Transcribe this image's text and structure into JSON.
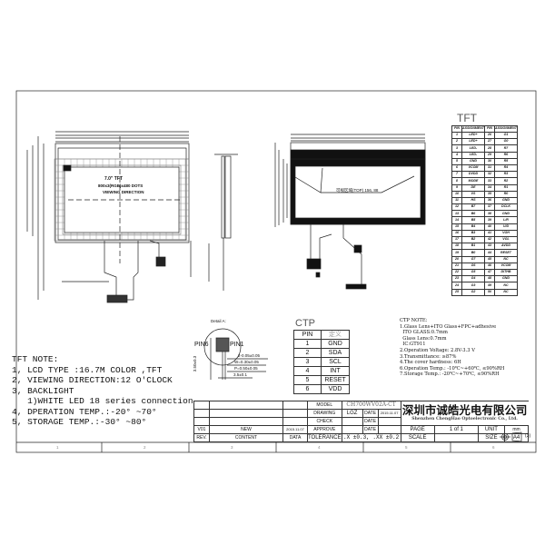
{
  "tft_note": {
    "title": "TFT NOTE:",
    "lines": [
      "1, LCD TYPE :16.7M COLOR ,TFT",
      "2, VIEWING DIRECTION:12 O'CLOCK",
      "3, BACKLIGHT",
      "   1)WHITE LED 18 series connection",
      "4, DPERATION TEMP.:-20° ~70°",
      "5, STORAGE TEMP.:-30° ~80°"
    ]
  },
  "lcd_drawing": {
    "size": "7.0\" TFT",
    "dots": "800x3(RGB)x480 DOTS",
    "viewing": "VIEWING DIRECTION"
  },
  "ctp_drawing": {
    "label": "可视区域(TOP) 156, 88"
  },
  "detail": {
    "title": "Detail A:",
    "pin6": "PIN6",
    "pin1": "PIN1",
    "dims": [
      "2-0.05±0.05",
      "W=0.30±0.05",
      "P=0.50±0.05",
      "3.5±0.1"
    ],
    "height": "3.50±0.3"
  },
  "ctp_table": {
    "title": "CTP",
    "headers": [
      "PIN",
      "定义"
    ],
    "rows": [
      [
        "1",
        "GND"
      ],
      [
        "2",
        "SDA"
      ],
      [
        "3",
        "SCL"
      ],
      [
        "4",
        "INT"
      ],
      [
        "5",
        "RESET"
      ],
      [
        "6",
        "VDD"
      ]
    ]
  },
  "ctp_note": {
    "title": "CTP NOTE:",
    "lines": [
      "1.Glass Lens+ITO Glass+FPC+adhesive",
      "  ITO GLASS:0.7mm",
      "  Glass Lens:0.7mm",
      "  IC:GT911",
      "2.Operation Voltage: 2.8V-3.3 V",
      "3.Transmittance: ≥87%",
      "4.The cover hardness: 6H",
      "6.Operation Temp.: -10℃~+60℃, ≤90%RH",
      "7.Storage Temp.: -20℃~+70℃, ≤90%RH"
    ]
  },
  "tft_table": {
    "title": "TFT",
    "headers": [
      "PIN",
      "ASSIGNMENT",
      "PIN",
      "ASSIGNMENT"
    ],
    "rows": [
      [
        "1",
        "LED+",
        "26",
        "G1"
      ],
      [
        "2",
        "LED+",
        "27",
        "G0"
      ],
      [
        "3",
        "LED-",
        "28",
        "R7"
      ],
      [
        "4",
        "LED-",
        "29",
        "R6"
      ],
      [
        "5",
        "GND",
        "30",
        "R5"
      ],
      [
        "6",
        "VCOM",
        "31",
        "R4"
      ],
      [
        "7",
        "DVDD",
        "32",
        "R3"
      ],
      [
        "8",
        "MODE",
        "33",
        "R2"
      ],
      [
        "9",
        "DE",
        "34",
        "R1"
      ],
      [
        "10",
        "VS",
        "35",
        "R0"
      ],
      [
        "11",
        "HS",
        "36",
        "GND"
      ],
      [
        "12",
        "B7",
        "37",
        "DCLK"
      ],
      [
        "13",
        "B6",
        "38",
        "GND"
      ],
      [
        "14",
        "B5",
        "39",
        "L/R"
      ],
      [
        "15",
        "B4",
        "40",
        "U/D"
      ],
      [
        "16",
        "B3",
        "41",
        "VGH"
      ],
      [
        "17",
        "B2",
        "42",
        "VGL"
      ],
      [
        "18",
        "B1",
        "43",
        "AVDD"
      ],
      [
        "19",
        "B0",
        "44",
        "RESET"
      ],
      [
        "20",
        "G7",
        "45",
        "NC"
      ],
      [
        "21",
        "G6",
        "46",
        "VCOM"
      ],
      [
        "22",
        "G5",
        "47",
        "DITHB"
      ],
      [
        "23",
        "G4",
        "48",
        "GND"
      ],
      [
        "24",
        "G3",
        "49",
        "NC"
      ],
      [
        "25",
        "G2",
        "50",
        "NC"
      ]
    ]
  },
  "title_block": {
    "model_label": "MODEL",
    "model": "CH700WV02A-CT",
    "drawing_label": "DRAWING",
    "drawer": "LGZ",
    "date_label": "DATE",
    "date": "2015.11.07",
    "check_label": "CHECK",
    "approve_label": "APPROVE",
    "rev_value": "V01",
    "rev_content": "NEW",
    "rev_date": "2015.11.07",
    "rev_label": "REV.",
    "content_label": "CONTENT",
    "data_label": "DATA",
    "tolerance_label": "TOLERANCE",
    "tolerance": ".X ±0.3, .XX ±0.2",
    "company_cn": "深圳市诚皓光电有限公司",
    "company_en": "Shenzhen ChengHao Optoelectronic Co., Ltd.",
    "page_label": "PAGE",
    "page": "1 of 1",
    "unit_label": "UNIT",
    "unit": "mm",
    "scale_label": "SCALE",
    "size_label": "SIZE",
    "size": "A4",
    "projection": "(3)"
  },
  "ruler": [
    "1",
    "2",
    "3",
    "4",
    "5",
    "6"
  ]
}
